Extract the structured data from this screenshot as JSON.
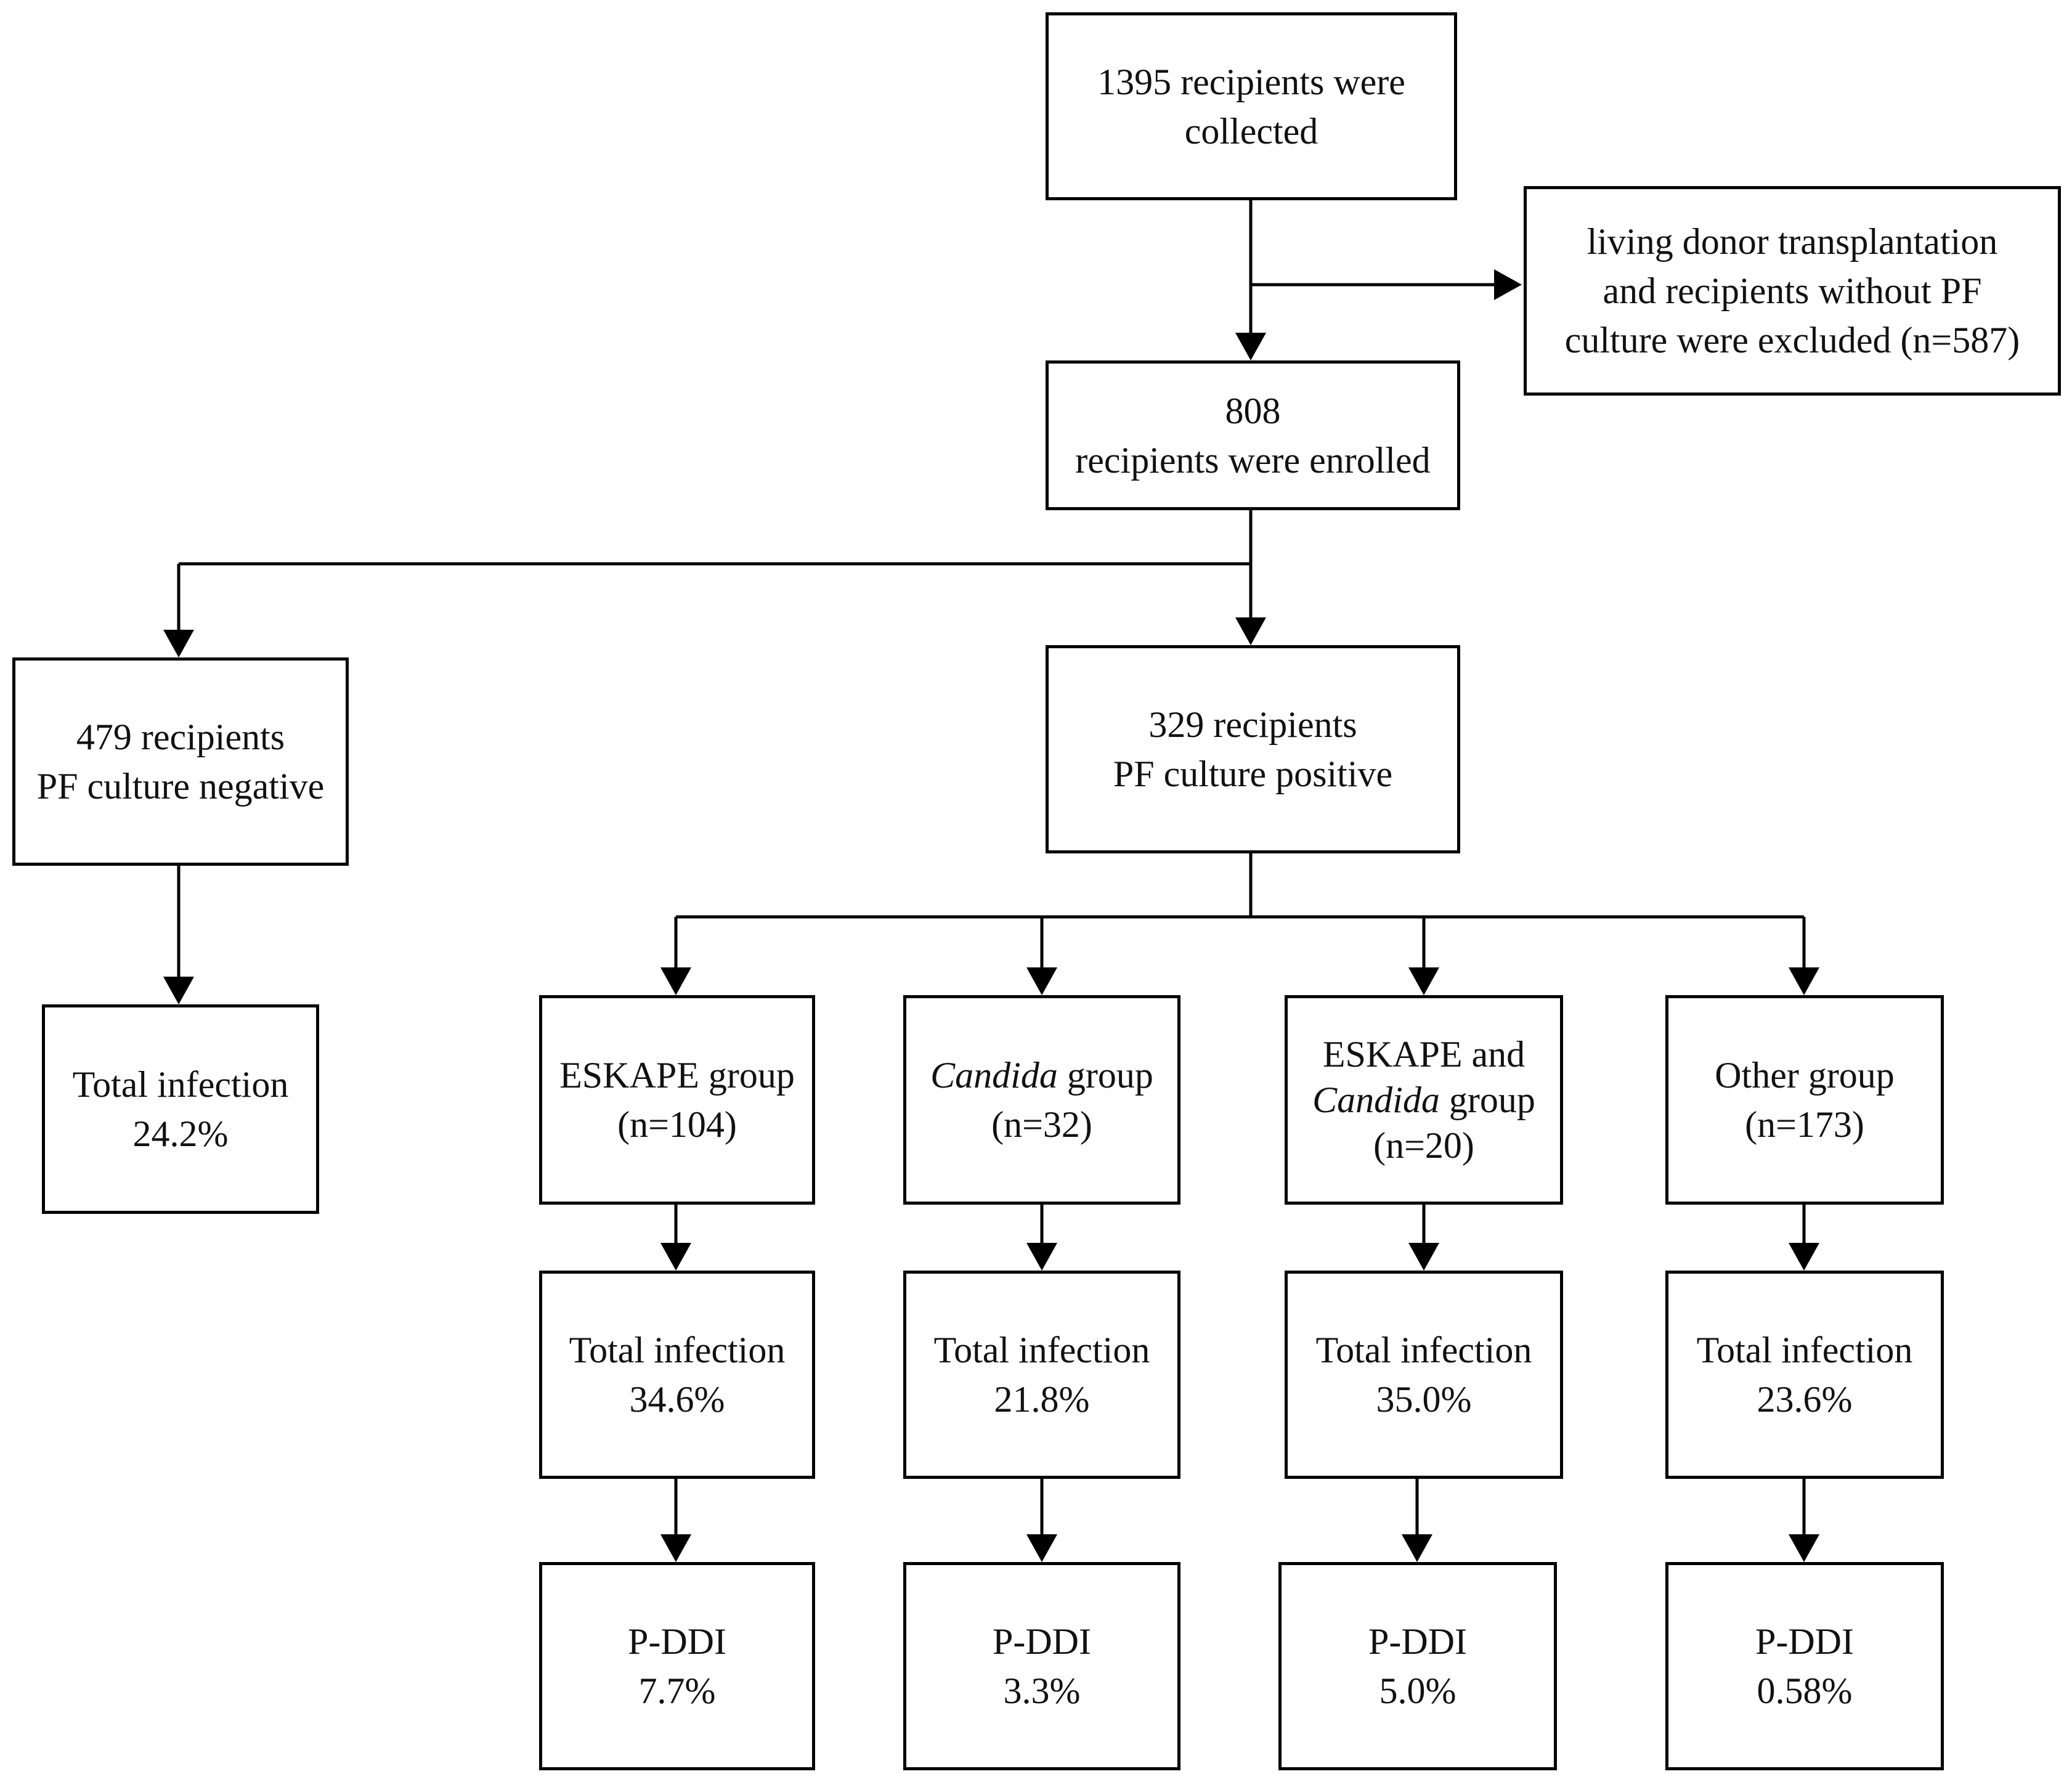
{
  "nodes": {
    "collected": {
      "line1": "1395 recipients were",
      "line2": "collected"
    },
    "excluded": {
      "line1": "living donor transplantation",
      "line2": "and recipients without PF",
      "line3": "culture were excluded (n=587)"
    },
    "enrolled": {
      "line1": "808",
      "line2": "recipients were enrolled"
    },
    "negative": {
      "line1": "479 recipients",
      "line2": "PF culture negative"
    },
    "negative_infection": {
      "line1": "Total infection",
      "line2": "24.2%"
    },
    "positive": {
      "line1": "329 recipients",
      "line2": "PF culture positive"
    }
  },
  "groups": [
    {
      "name": "ESKAPE  group",
      "n": "(n=104)",
      "infection_label": "Total infection",
      "infection_value": "34.6%",
      "pddi_label": "P-DDI",
      "pddi_value": "7.7%"
    },
    {
      "name_italic": "Candida",
      "name_rest": " group",
      "n": "(n=32)",
      "infection_label": "Total infection",
      "infection_value": "21.8%",
      "pddi_label": "P-DDI",
      "pddi_value": "3.3%"
    },
    {
      "name_line1": "ESKAPE and",
      "name_italic": "Candida",
      "name_rest": " group",
      "n": "(n=20)",
      "infection_label": "Total infection",
      "infection_value": "35.0%",
      "pddi_label": "P-DDI",
      "pddi_value": "5.0%"
    },
    {
      "name": "Other group",
      "n": "(n=173)",
      "infection_label": "Total infection",
      "infection_value": "23.6%",
      "pddi_label": "P-DDI",
      "pddi_value": "0.58%"
    }
  ]
}
